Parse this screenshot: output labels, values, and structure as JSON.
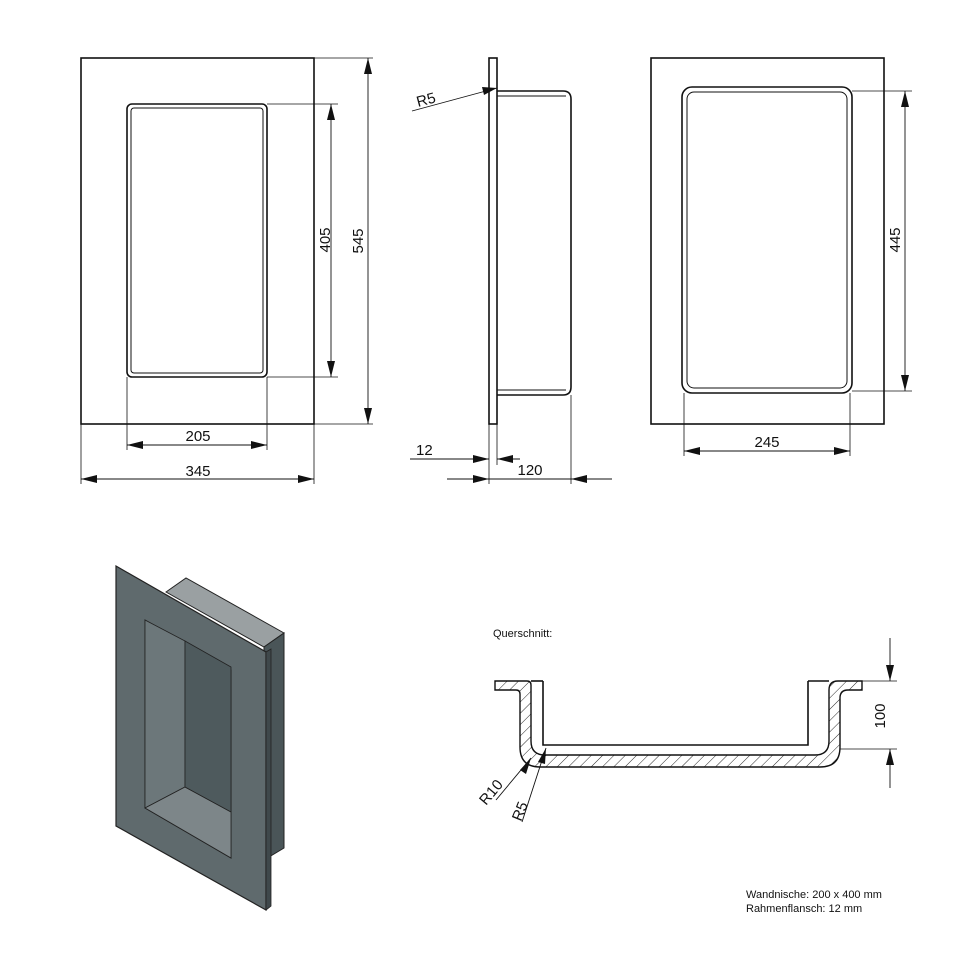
{
  "front_view": {
    "inner_width": "205",
    "outer_width": "345",
    "inner_height": "405",
    "outer_height": "545"
  },
  "side_view": {
    "radius": "R5",
    "flange": "12",
    "depth": "120"
  },
  "back_view": {
    "height": "445",
    "width": "245"
  },
  "section": {
    "title": "Querschnitt:",
    "depth": "100",
    "radius_outer": "R10",
    "radius_inner": "R5"
  },
  "notes": {
    "line1": "Wandnische: 200 x 400 mm",
    "line2": "Rahmenflansch: 12 mm"
  },
  "colors": {
    "line": "#111111",
    "iso_dark": "#4a5558",
    "iso_mid": "#5f6a6d",
    "iso_light": "#9aa0a2"
  }
}
